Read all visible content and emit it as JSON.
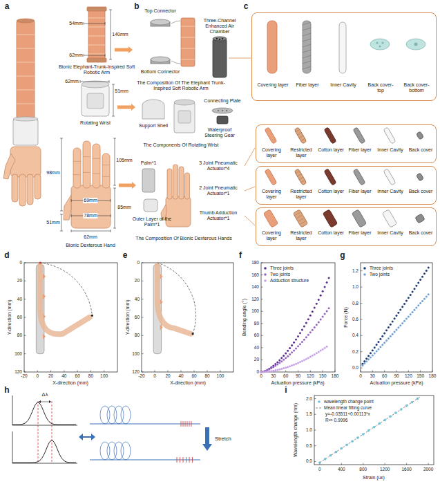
{
  "diagram": {
    "nodes": [
      {
        "text": [
          "Covering layer",
          "Fiber layer",
          "Inner Cavity",
          "Back cover- top",
          "Back cover- bottom"
        ]
      },
      {
        "text": [
          "Covering layer",
          "Restricted layer",
          "Cotton layer",
          "Fiber layer",
          "Inner Cavity",
          "Back cover"
        ]
      },
      {
        "text": [
          "Covering layer",
          "Restricted layer",
          "Cotton layer",
          "Fiber layer",
          "Inner Cavity",
          "Back cover"
        ]
      },
      {
        "text": [
          "Covering layer",
          "Restricted layer",
          "Cotton layer",
          "Fiber layer",
          "Inner Cavity",
          "Back cover"
        ]
      }
    ],
    "labels": [
      "a",
      "140mm",
      "54mm",
      "62mm",
      "Bionic Elephant-Trunk-Inspired Soft Robotic Arm",
      "62mm",
      "51mm",
      "Rotating Wrist",
      "105mm",
      "98mm",
      "69mm",
      "85mm",
      "78mm",
      "51mm",
      "62mm",
      "Bionic Dexterous Hand",
      "b",
      "Top Connector",
      "Bottom Connector",
      "Three-Channel Enhanced Air Chamber",
      "The Composition Of The Elephant Trunk-Inspired Soft Robotic Arm",
      "Connecting Plate",
      "Support Shell",
      "Waterproof Steering Gear",
      "The Components Of Rotating Wrist",
      "Palm*1",
      "3 Joint Pneumatic Actuator*4",
      "2 Joint Pneumatic Actuator*1",
      "Thumb Adduction Actuator*1",
      "Outer Layer of the Palm*1",
      "The Composition Of Bionic Dexterous Hands",
      "c",
      "d",
      "Y-direction (mm)",
      "X-direction (mm)",
      "0",
      "20",
      "40",
      "60",
      "80",
      "100",
      "120",
      "-20",
      "0",
      "20",
      "40",
      "60",
      "80",
      "100",
      "e",
      "Y-direction (mm)",
      "X-direction (mm)",
      "0",
      "20",
      "40",
      "60",
      "80",
      "100",
      "120",
      "-20",
      "0",
      "20",
      "40",
      "60",
      "80",
      "100",
      "f",
      "Bending angle (°)",
      "Actuation pressure (kPa)",
      "0",
      "20",
      "40",
      "60",
      "80",
      "100",
      "120",
      "140",
      "160",
      "180",
      "0",
      "30",
      "60",
      "90",
      "120",
      "150",
      "180",
      "g",
      "Force (N)",
      "Actuation pressure (kPa)",
      "0.0",
      "0.2",
      "0.4",
      "0.6",
      "0.8",
      "1.0",
      "1.2",
      "0",
      "30",
      "60",
      "90",
      "120",
      "150",
      "180",
      "h",
      "Δλ",
      "Stretch",
      "i",
      "Wavelength change (nm)",
      "Strain (uε)",
      "0.0",
      "0.5",
      "1.0",
      "1.5",
      "2.0",
      "0",
      "400",
      "800",
      "1200",
      "1600",
      "2000",
      "y=-0.03511+0.00113*x",
      "R²= 0.9996"
    ],
    "legend": [
      {
        "text": "Three joints"
      },
      {
        "text": "Two joints"
      },
      {
        "text": "Adduction structure"
      },
      {
        "text": "Three joints"
      },
      {
        "text": "Two joints"
      },
      {
        "text": "wavelength change point"
      },
      {
        "text": "Mean linear fitting curve"
      }
    ]
  }
}
